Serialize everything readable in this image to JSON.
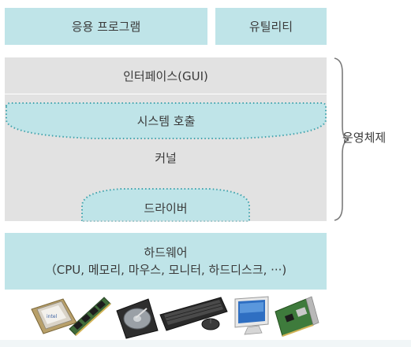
{
  "layers": {
    "application": "응용 프로그램",
    "utility": "유틸리티",
    "interface": "인터페이스(GUI)",
    "system_call": "시스템 호출",
    "kernel": "커널",
    "driver": "드라이버",
    "hardware": "하드웨어",
    "hardware_examples": "（CPU, 메모리, 마우스, 모니터, 하드디스크, ···)"
  },
  "brace_label": "운영체제",
  "hardware_images": [
    "cpu-chip",
    "memory-module",
    "hard-disk",
    "keyboard",
    "mouse",
    "monitor",
    "network-card"
  ],
  "colors": {
    "teal": "#bfe4e8",
    "grey": "#e2e2e2",
    "dotted_border": "#3fa3ad",
    "text": "#3a3a3a"
  }
}
